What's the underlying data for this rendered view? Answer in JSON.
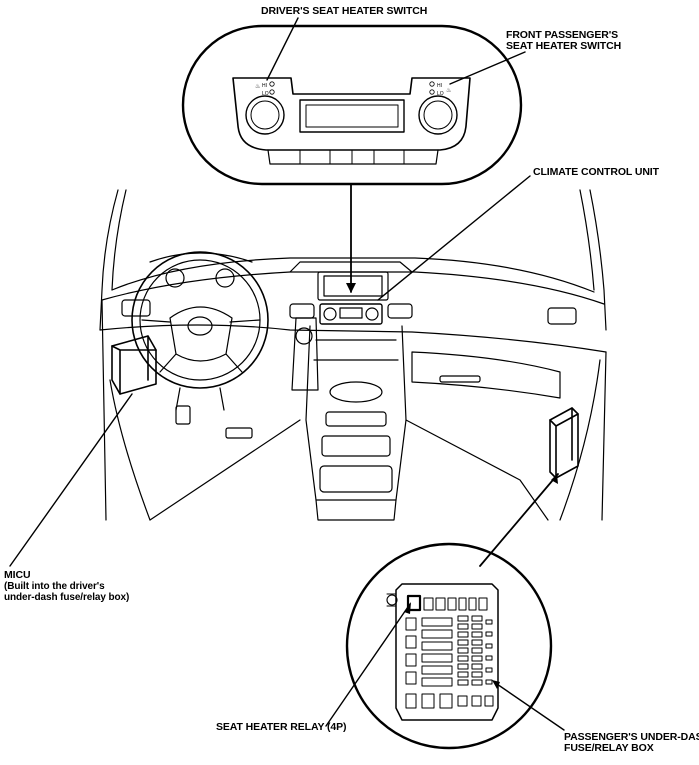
{
  "labels": {
    "driver_switch": "DRIVER'S SEAT HEATER SWITCH",
    "passenger_switch_line1": "FRONT PASSENGER'S",
    "passenger_switch_line2": "SEAT HEATER SWITCH",
    "climate_control": "CLIMATE CONTROL UNIT",
    "micu_title": "MICU",
    "micu_line2": "(Built into the driver's",
    "micu_line3": "under-dash fuse/relay box)",
    "seat_heater_relay": "SEAT HEATER RELAY (4P)",
    "passenger_box_line1": "PASSENGER'S UNDER-DASH",
    "passenger_box_line2": "FUSE/RELAY BOX"
  },
  "switch_markings": {
    "hi": "HI",
    "lo": "LO"
  }
}
